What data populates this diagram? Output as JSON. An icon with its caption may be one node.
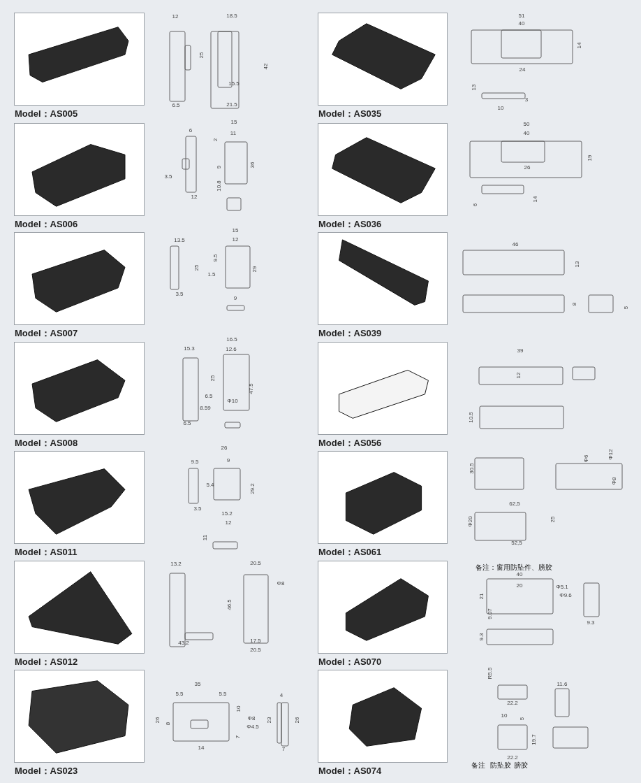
{
  "diagram": {
    "nodes": [
      {
        "text": [],
        "shape": "picture",
        "beside": [
          "Model：AS005"
        ]
      },
      {
        "text": [],
        "shape": "picture",
        "beside": [
          "Model：AS035"
        ]
      },
      {
        "text": [],
        "shape": "picture",
        "beside": [
          "Model：AS006"
        ]
      },
      {
        "text": [],
        "shape": "picture",
        "beside": [
          "Model：AS036"
        ]
      },
      {
        "text": [],
        "shape": "picture",
        "beside": [
          "Model：AS007"
        ]
      },
      {
        "text": [],
        "shape": "picture",
        "beside": [
          "Model：AS039"
        ]
      },
      {
        "text": [],
        "shape": "picture",
        "beside": [
          "Model：AS008"
        ]
      },
      {
        "text": [],
        "shape": "picture",
        "beside": [
          "Model：AS056"
        ]
      },
      {
        "text": [],
        "shape": "picture",
        "beside": [
          "Model：AS011"
        ]
      },
      {
        "text": [],
        "shape": "picture",
        "beside": [
          "Model：AS061"
        ]
      },
      {
        "text": [],
        "shape": "picture",
        "beside": [
          "Model：AS012"
        ]
      },
      {
        "text": [],
        "shape": "picture",
        "beside": [
          "Model：AS070"
        ]
      },
      {
        "text": [],
        "shape": "picture",
        "beside": [
          "Model：AS023"
        ]
      },
      {
        "text": [],
        "shape": "picture",
        "beside": [
          "Model：AS074"
        ]
      }
    ],
    "labels": [
      "12",
      "18.5",
      "25",
      "42",
      "15.5",
      "6.5",
      "21.5",
      "6",
      "15",
      "11",
      "2",
      "36",
      "9",
      "3.5",
      "10.8",
      "12",
      "15",
      "13.5",
      "12",
      "9.5",
      "25",
      "29",
      "1.5",
      "3.5",
      "9",
      "16.5",
      "15.3",
      "12.6",
      "25",
      "47.5",
      "6.5",
      "Φ10",
      "8.59",
      "6.5",
      "26",
      "9.5",
      "9",
      "5.4",
      "29.2",
      "3.5",
      "15.2",
      "12",
      "11",
      "13.2",
      "20.5",
      "Φ8",
      "46.5",
      "17.5",
      "43.2",
      "20.5",
      "35",
      "5.5",
      "5.5",
      "10",
      "26",
      "8",
      "Φ8",
      "Φ4.5",
      "7",
      "14",
      "4",
      "23",
      "26",
      "7",
      "51",
      "40",
      "14",
      "24",
      "13",
      "3",
      "10",
      "50",
      "40",
      "19",
      "26",
      "6",
      "14",
      "46",
      "13",
      "8",
      "5",
      "39",
      "12",
      "10.5",
      "30.5",
      "Φ6",
      "Φ12",
      "Φ8",
      "62,5",
      "Φ20",
      "25",
      "52,5",
      "备注：窗用防坠件、膀胶",
      "40",
      "20",
      "Φ5.1",
      "Φ9.6",
      "21",
      "9.07",
      "9.3",
      "9.3",
      "R5.5",
      "11.6",
      "22.2",
      "10",
      "5",
      "19.7",
      "22.2",
      "备注",
      "防坠胶",
      "膀胶"
    ]
  }
}
